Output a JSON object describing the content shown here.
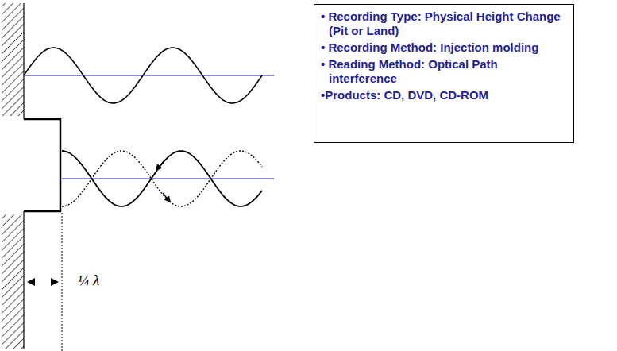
{
  "diagram": {
    "nodes": [
      {
        "text": [
          "• Recording Type: Physical Height Change (Pit or Land)",
          "• Recording Method: Injection molding",
          "• Reading Method: Optical Path interference",
          "•Products: CD, DVD, CD-ROM"
        ]
      }
    ],
    "labels": [
      "¼ λ"
    ]
  }
}
